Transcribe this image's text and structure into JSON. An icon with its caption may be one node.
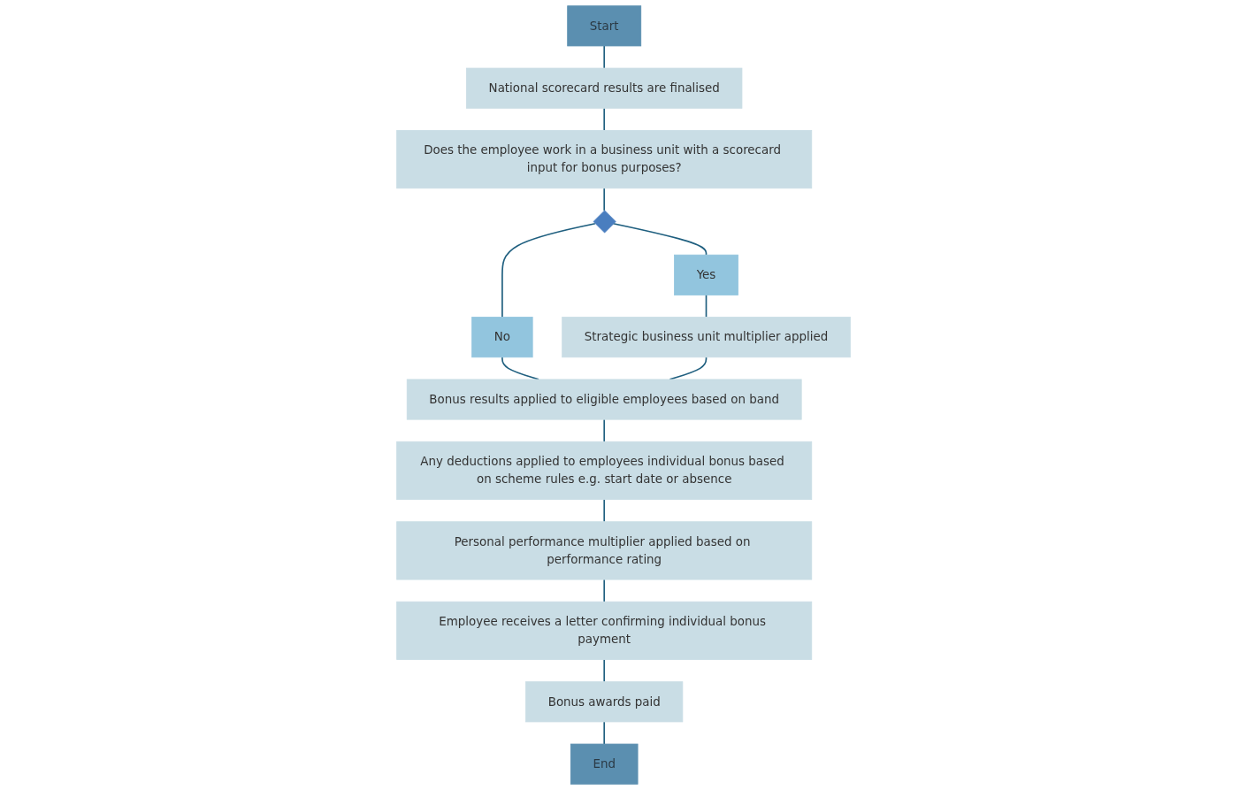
{
  "diagram": {
    "nodes": [
      {
        "text": [
          "Start"
        ]
      },
      {
        "text": [
          "National scorecard results are finalised"
        ]
      },
      {
        "text": [
          "Does the employee work in a business unit with a scorecard input for bonus purposes?"
        ]
      },
      {
        "text": [],
        "shape": "diamond"
      },
      {
        "text": [
          "Yes"
        ]
      },
      {
        "text": [
          "Strategic business unit multiplier applied"
        ]
      },
      {
        "text": [
          "No"
        ]
      },
      {
        "text": [
          "Bonus results applied to eligible employees based on band"
        ]
      },
      {
        "text": [
          "Any deductions applied to employees individual bonus based on scheme rules e.g. start date or absence"
        ]
      },
      {
        "text": [
          "Personal performance multiplier applied based on performance rating"
        ]
      },
      {
        "text": [
          "Employee receives a letter confirming individual bonus payment"
        ]
      },
      {
        "text": [
          "Bonus awards paid"
        ]
      },
      {
        "text": [
          "End"
        ]
      }
    ],
    "edges": [
      {
        "from": 0,
        "to": 1,
        "arrow": "none"
      },
      {
        "from": 1,
        "to": 2,
        "arrow": "none"
      },
      {
        "from": 2,
        "to": 3,
        "arrow": "none"
      },
      {
        "from": 3,
        "to": 4,
        "arrow": "none"
      },
      {
        "from": 4,
        "to": 5,
        "arrow": "none"
      },
      {
        "from": 3,
        "to": 6,
        "arrow": "none"
      },
      {
        "from": 6,
        "to": 7,
        "arrow": "none"
      },
      {
        "from": 5,
        "to": 7,
        "arrow": "none"
      },
      {
        "from": 7,
        "to": 8,
        "arrow": "none"
      },
      {
        "from": 8,
        "to": 9,
        "arrow": "none"
      },
      {
        "from": 9,
        "to": 10,
        "arrow": "none"
      },
      {
        "from": 10,
        "to": 11,
        "arrow": "none"
      },
      {
        "from": 11,
        "to": 12,
        "arrow": "none"
      }
    ]
  }
}
